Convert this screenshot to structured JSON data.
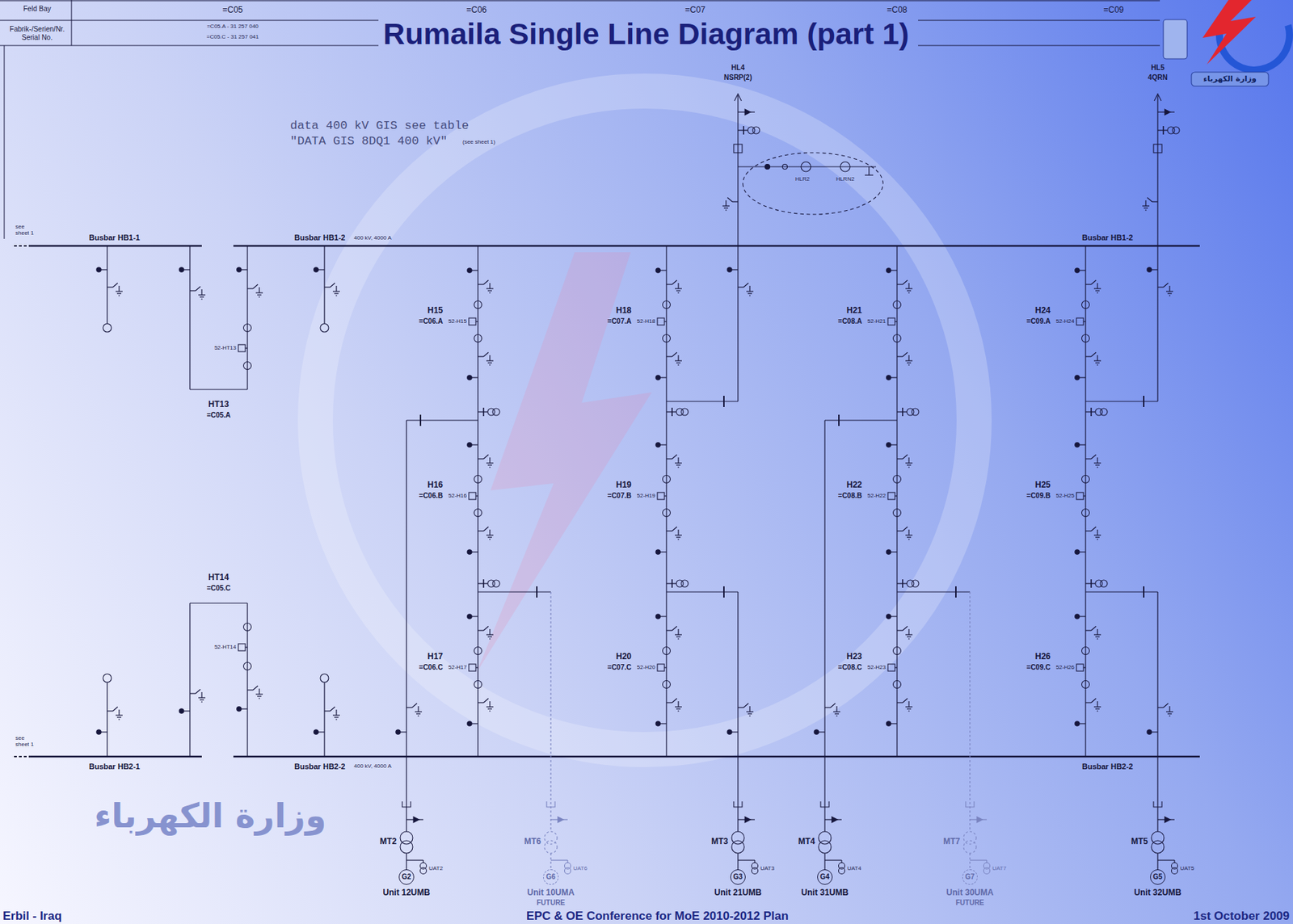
{
  "diagram": {
    "title": "Rumaila Single Line Diagram (part 1)",
    "nodes": [
      {
        "text": [
          "G2"
        ]
      },
      {
        "text": [
          "G6"
        ]
      },
      {
        "text": [
          "G3"
        ]
      },
      {
        "text": [
          "G4"
        ]
      },
      {
        "text": [
          "G7"
        ]
      },
      {
        "text": [
          "G5"
        ]
      }
    ],
    "labels": [
      "Feld Bay",
      "Fabrik-/Serien/Nr. Serial No.",
      "=C05",
      "=C05.A - 31 257 040",
      "=C05.C - 31 257 041",
      "=C06",
      "=C07",
      "=C08",
      "=C09",
      "data 400 kV GIS see table",
      "\"DATA GIS 8DQ1 400 kV\"",
      "(see sheet 1)",
      "see sheet 1",
      "Busbar HB1-1",
      "Busbar HB1-2",
      "400 kV, 4000 A",
      "Busbar HB1-2",
      "see sheet 1",
      "Busbar HB2-1",
      "Busbar HB2-2",
      "400 kV, 4000 A",
      "Busbar HB2-2",
      "HL4",
      "NSRP(2)",
      "HL5",
      "4QRN",
      "HLR2",
      "HLRN2",
      "H15",
      "=C06.A",
      "H16",
      "=C06.B",
      "H17",
      "=C06.C",
      "H18",
      "=C07.A",
      "H19",
      "=C07.B",
      "H20",
      "=C07.C",
      "H21",
      "=C08.A",
      "H22",
      "=C08.B",
      "H23",
      "=C08.C",
      "H24",
      "=C09.A",
      "H25",
      "=C09.B",
      "H26",
      "=C09.C",
      "HT13",
      "=C05.A",
      "HT14",
      "=C05.C",
      "52-H15",
      "52-H16",
      "52-H17",
      "52-H18",
      "52-H19",
      "52-H20",
      "52-H21",
      "52-H22",
      "52-H23",
      "52-H24",
      "52-H25",
      "52-H26",
      "52-HT13",
      "52-HT14",
      "MT2",
      "MT6",
      "MT3",
      "MT4",
      "MT7",
      "MT5",
      "Unit 12UMB",
      "Unit 10UMA",
      "FUTURE",
      "Unit 21UMB",
      "Unit 31UMB",
      "Unit 30UMA",
      "FUTURE",
      "Unit 32UMB",
      "UAT2",
      "UAT6",
      "UAT3",
      "UAT4",
      "UAT7",
      "UAT5",
      "Erbil - Iraq",
      "EPC & OE Conference for MoE 2010-2012 Plan",
      "1st October 2009",
      "وزارة الكهرباء",
      "وزارة الكهرباء"
    ]
  }
}
